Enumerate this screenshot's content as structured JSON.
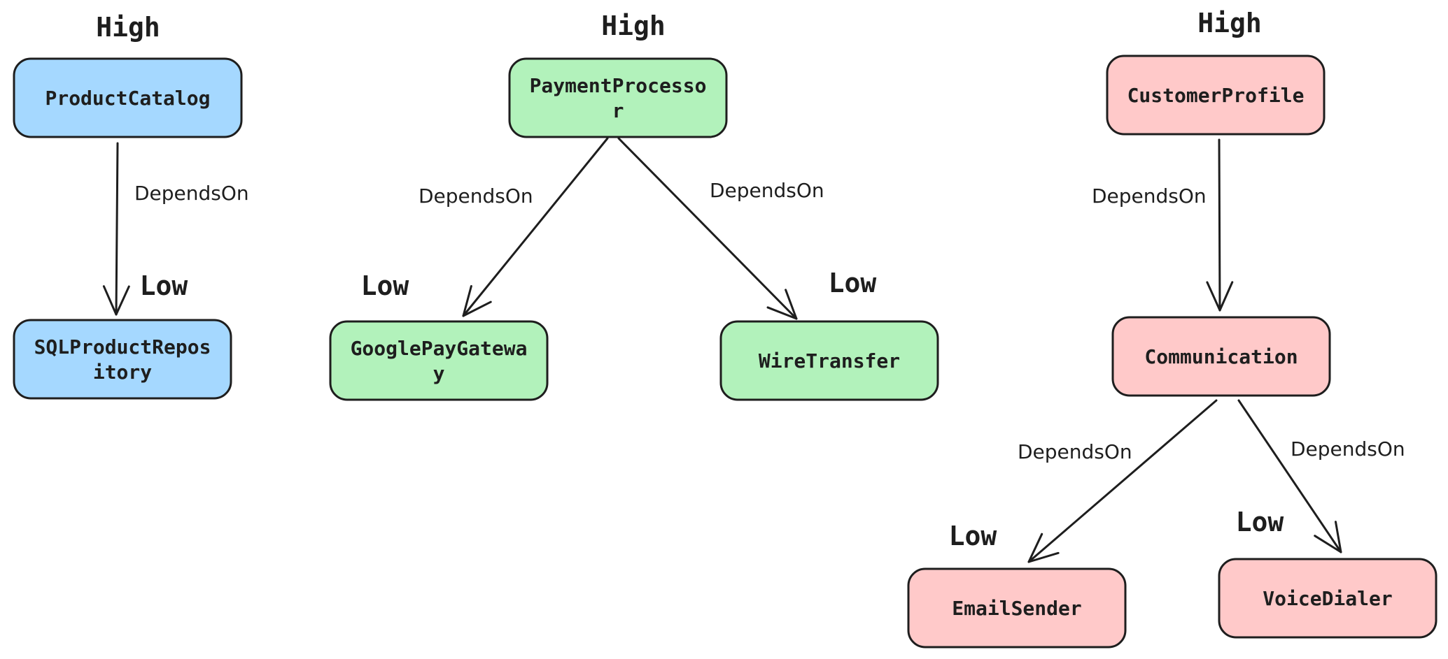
{
  "colors": {
    "blue": "#a5d8ff",
    "green": "#b2f2bb",
    "red": "#ffc9c9",
    "stroke": "#1e1e1e"
  },
  "nodes": [
    {
      "id": "productcatalog",
      "lines": [
        "ProductCatalog"
      ],
      "color": "blue",
      "level": "High"
    },
    {
      "id": "sqlproductrepository",
      "lines": [
        "SQLProductRepos",
        "itory"
      ],
      "color": "blue",
      "level": "Low"
    },
    {
      "id": "paymentprocessor",
      "lines": [
        "PaymentProcesso",
        "r"
      ],
      "color": "green",
      "level": "High"
    },
    {
      "id": "googlepaygateway",
      "lines": [
        "GooglePayGatewa",
        "y"
      ],
      "color": "green",
      "level": "Low"
    },
    {
      "id": "wiretransfer",
      "lines": [
        "WireTransfer"
      ],
      "color": "green",
      "level": "Low"
    },
    {
      "id": "customerprofile",
      "lines": [
        "CustomerProfile"
      ],
      "color": "red",
      "level": "High"
    },
    {
      "id": "communication",
      "lines": [
        "Communication"
      ],
      "color": "red",
      "level": ""
    },
    {
      "id": "emailsender",
      "lines": [
        "EmailSender"
      ],
      "color": "red",
      "level": "Low"
    },
    {
      "id": "voicedialer",
      "lines": [
        "VoiceDialer"
      ],
      "color": "red",
      "level": "Low"
    }
  ],
  "edges": [
    {
      "from": "productcatalog",
      "to": "sqlproductrepository",
      "label": "DependsOn"
    },
    {
      "from": "paymentprocessor",
      "to": "googlepaygateway",
      "label": "DependsOn"
    },
    {
      "from": "paymentprocessor",
      "to": "wiretransfer",
      "label": "DependsOn"
    },
    {
      "from": "customerprofile",
      "to": "communication",
      "label": "DependsOn"
    },
    {
      "from": "communication",
      "to": "emailsender",
      "label": "DependsOn"
    },
    {
      "from": "communication",
      "to": "voicedialer",
      "label": "DependsOn"
    }
  ]
}
